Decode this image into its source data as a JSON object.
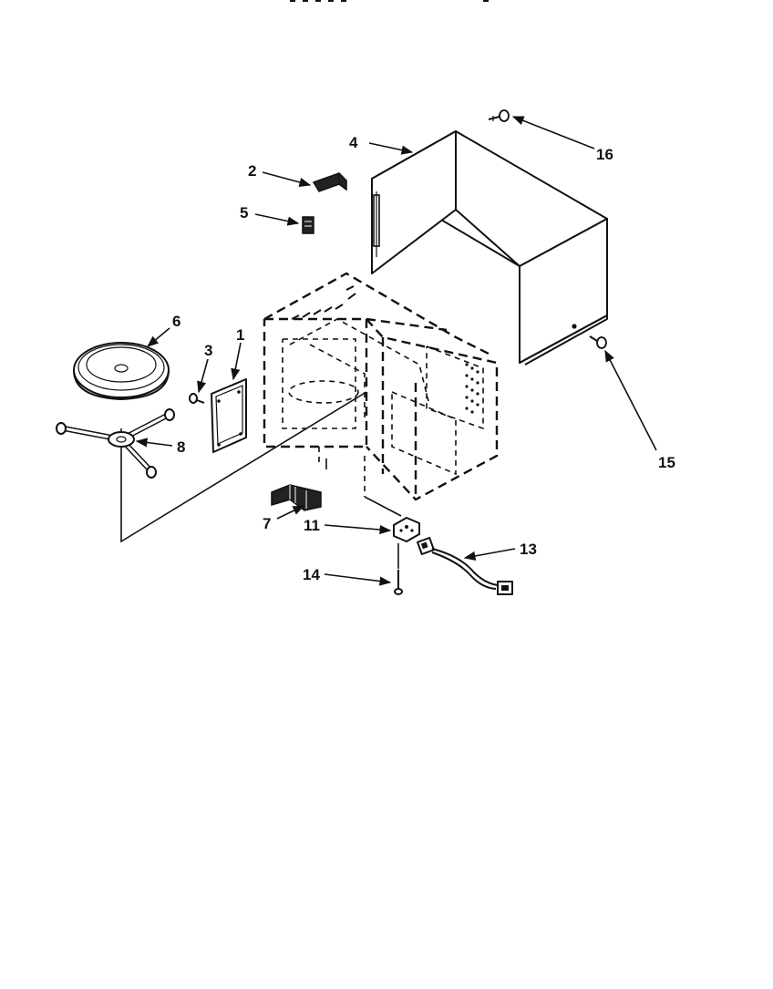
{
  "callouts": {
    "c1": "1",
    "c2": "2",
    "c3": "3",
    "c4": "4",
    "c5": "5",
    "c6": "6",
    "c7": "7",
    "c8": "8",
    "c11": "11",
    "c13": "13",
    "c14": "14",
    "c15": "15",
    "c16": "16"
  }
}
